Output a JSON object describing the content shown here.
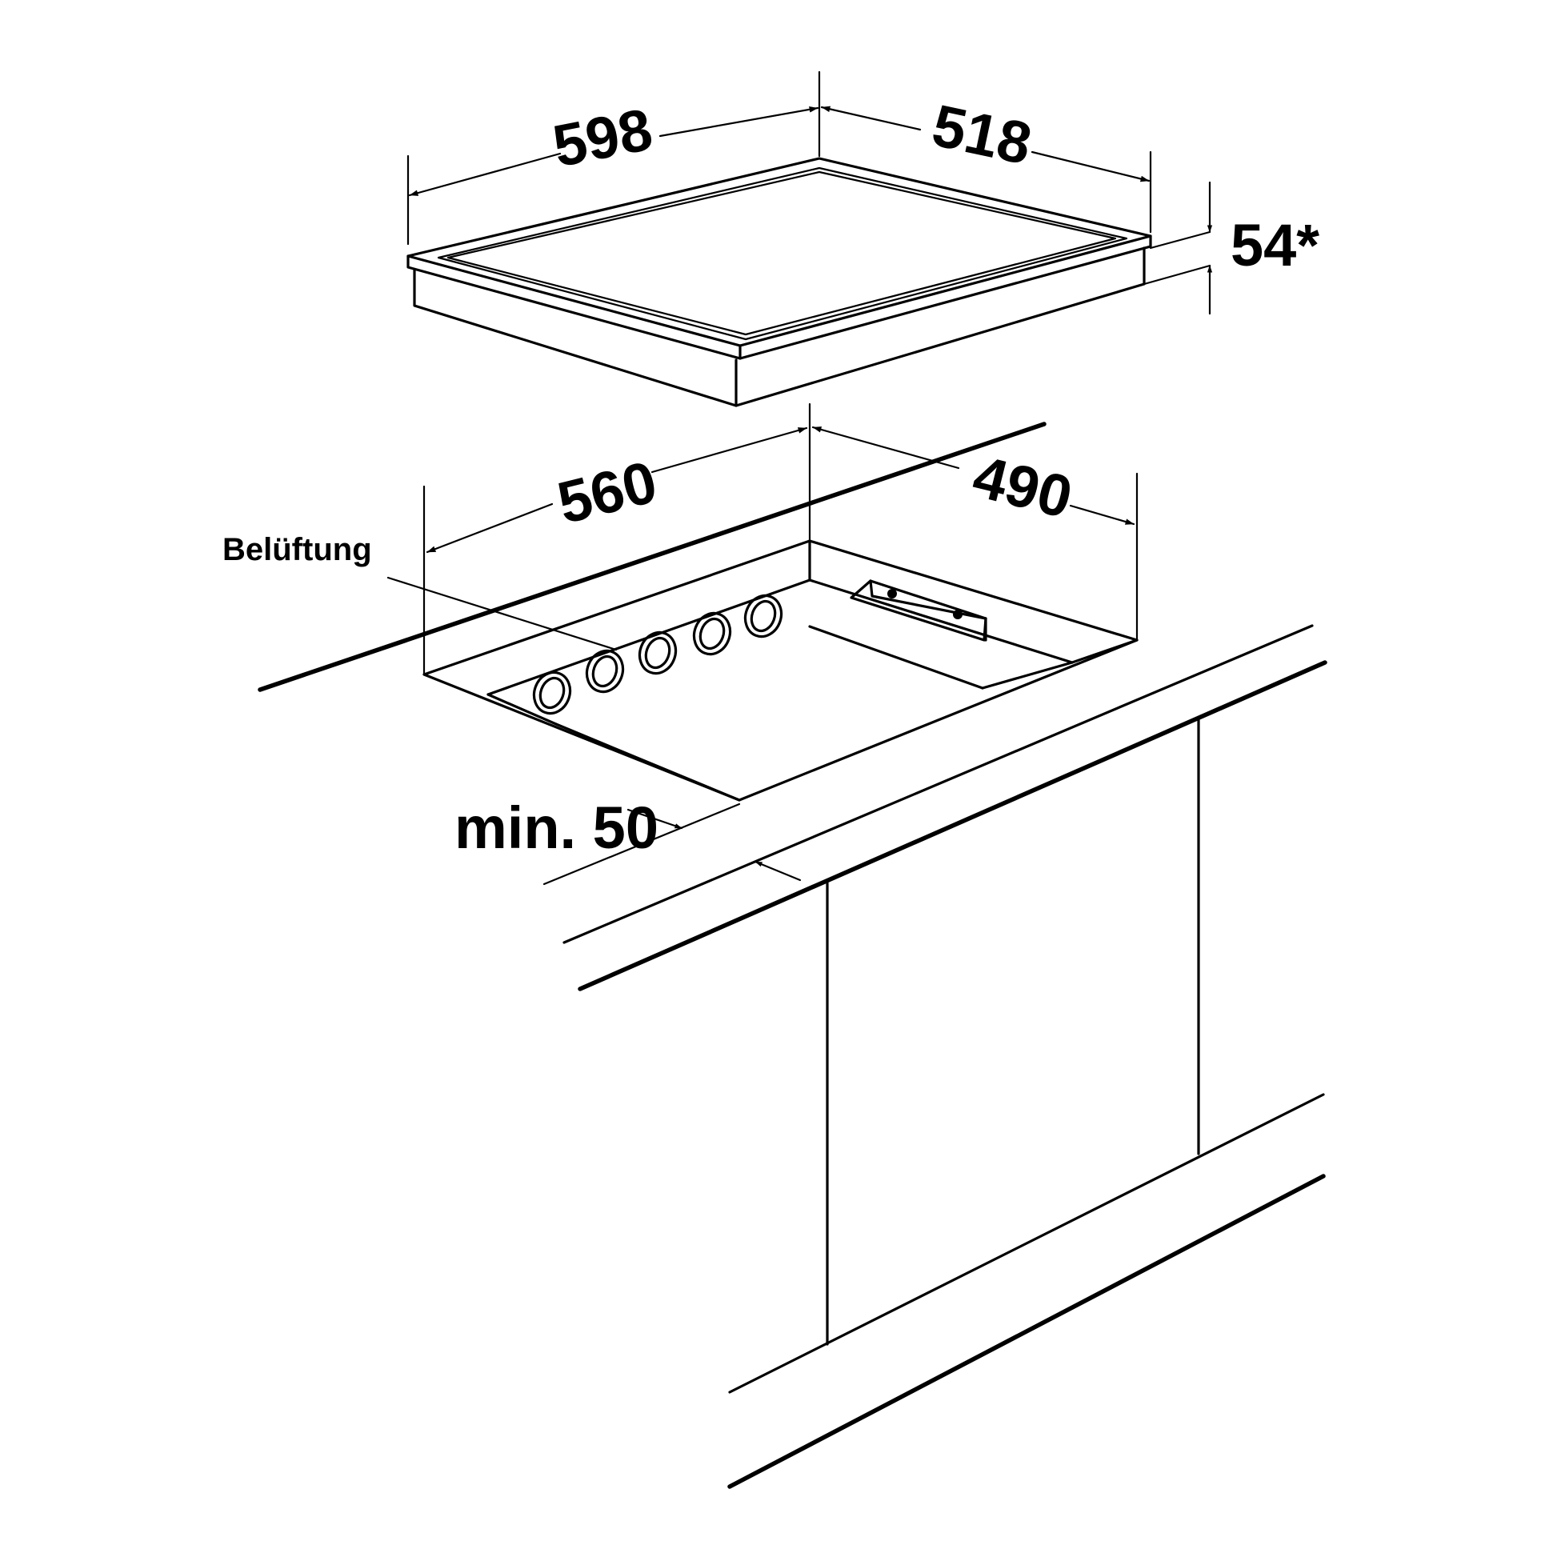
{
  "dimensions": {
    "hob_width": "598",
    "hob_depth": "518",
    "hob_height": "54*",
    "cutout_width": "560",
    "cutout_depth": "490",
    "min_distance": "min. 50"
  },
  "labels": {
    "ventilation": "Belüftung"
  },
  "colors": {
    "line": "#000000",
    "background": "#ffffff"
  }
}
